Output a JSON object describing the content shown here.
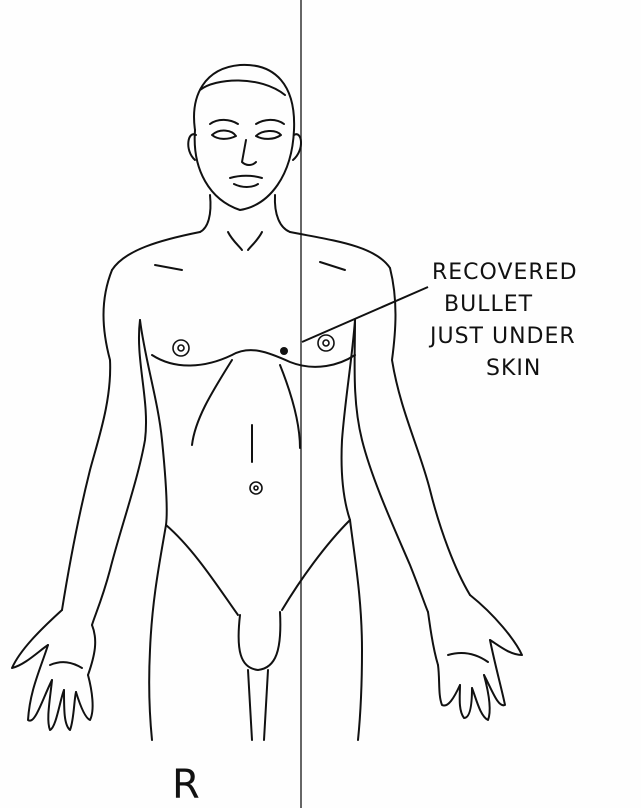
{
  "annotation": {
    "lines": [
      "RECOVERED",
      "BULLET",
      "JUST UNDER",
      "SKIN"
    ]
  },
  "side_label": "R",
  "colors": {
    "ink": "#111111",
    "paper": "#fefefe"
  }
}
